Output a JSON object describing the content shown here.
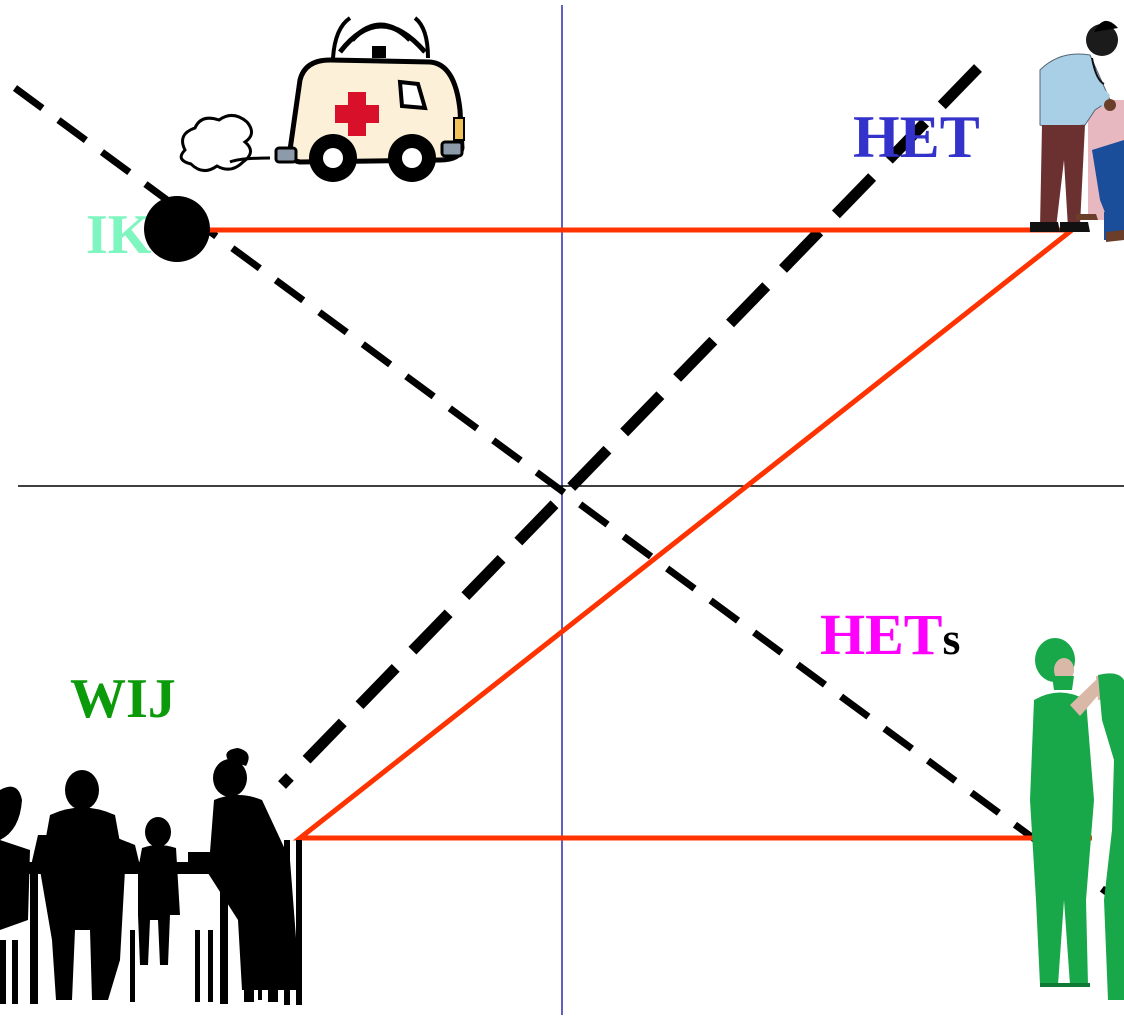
{
  "labels": {
    "ik": "IK",
    "het": "HET",
    "hets_main": "HET",
    "hets_suffix": "s",
    "wij": "WIJ"
  },
  "colors": {
    "ik": "#7FF5C0",
    "het": "#3333CC",
    "hets": "#FF00FF",
    "hets_suffix": "#000000",
    "wij": "#0A9A0A",
    "red_line": "#FF3300",
    "axis_vertical": "#2B2BB0",
    "axis_horizontal": "#000000",
    "dashed": "#000000"
  },
  "icons": {
    "top_left": "ambulance-icon",
    "top_right": "doctor-patient-icon",
    "bottom_left": "family-group-icon",
    "bottom_right": "surgeons-icon"
  }
}
